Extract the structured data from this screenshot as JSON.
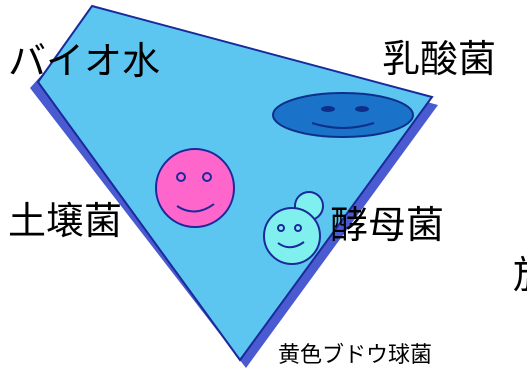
{
  "labels": {
    "bio_water": "バイオ水",
    "lactic_acid_bacteria": "乳酸菌",
    "soil_bacteria": "土壌菌",
    "yeast": "酵母菌",
    "staphylococcus_aureus": "黄色ブドウ球菌",
    "partial_offscreen": "放"
  },
  "colors": {
    "triangle_fill": "#5cc6f1",
    "triangle_edge": "#4a5ad0",
    "pink_face": "#ff66cc",
    "cyan_face": "#7ff0ee",
    "blue_face": "#1a73c8",
    "outline": "#1a2a9a"
  }
}
